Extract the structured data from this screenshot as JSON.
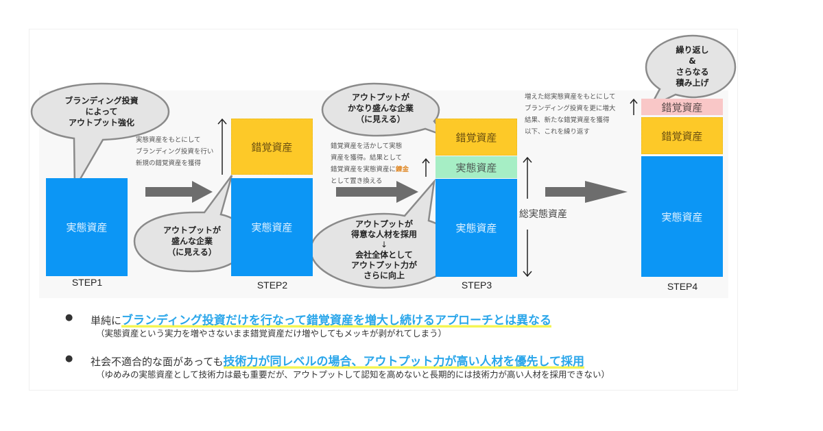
{
  "steps": [
    {
      "label": "STEP1",
      "blocks": [
        {
          "type": "real",
          "label": "実態資産"
        }
      ]
    },
    {
      "label": "STEP2",
      "blocks": [
        {
          "type": "illusion",
          "label": "錯覚資産"
        },
        {
          "type": "real",
          "label": "実態資産"
        }
      ]
    },
    {
      "label": "STEP3",
      "blocks": [
        {
          "type": "illusion",
          "label": "錯覚資産"
        },
        {
          "type": "converted-real",
          "label": "実態資産"
        },
        {
          "type": "real",
          "label": "実態資産"
        }
      ]
    },
    {
      "label": "STEP4",
      "blocks": [
        {
          "type": "new-illusion",
          "label": "錯覚資産"
        },
        {
          "type": "illusion",
          "label": "錯覚資産"
        },
        {
          "type": "real",
          "label": "実態資産"
        }
      ]
    }
  ],
  "bubbles": {
    "step1": [
      "ブランディング投資",
      "によって",
      "アウトプット強化"
    ],
    "step2": [
      "アウトプットが",
      "盛んな企業",
      "（に見える）"
    ],
    "step3_top": [
      "アウトプットが",
      "かなり盛んな企業",
      "（に見える）"
    ],
    "step3_bottom": [
      "アウトプットが",
      "得意な人材を採用",
      "↓",
      "会社全体として",
      "アウトプット力が",
      "さらに向上"
    ],
    "step4": [
      "繰り返し",
      "&",
      "さらなる",
      "積み上げ"
    ]
  },
  "notes": {
    "step1_to_2": [
      "実態資産をもとにして",
      "ブランディング投資を行い",
      "新規の錯覚資産を獲得"
    ],
    "step2_to_3": {
      "line1": "錯覚資産を活かして実態",
      "line2": "資産を獲得。結果として",
      "line3_pre": "錯覚資産を実態資産に",
      "line3_accent": "錬金",
      "line4": "として置き換える"
    },
    "step3_to_4": [
      "増えた総実態資産をもとにして",
      "ブランディング投資を更に増大",
      "結果、新たな錯覚資産を獲得",
      "以下、これを繰り返す"
    ],
    "total_real_assets": "総実態資産"
  },
  "colors": {
    "real": "#0c96f5",
    "illusion": "#fdc928",
    "converted_real": "#a6eec5",
    "new_illusion": "#f9c7c7",
    "arrow": "#6d6d6d",
    "highlight_text": "#2aa6ea",
    "highlight_marker": "#f4f554"
  },
  "bullets": [
    {
      "prefix": "単純に",
      "highlight": "ブランディング投資だけを行なって錯覚資産を増大し続けるアプローチとは異なる",
      "sub": "（実態資産という実力を増やさないまま錯覚資産だけ増やしてもメッキが剥がれてしまう）"
    },
    {
      "prefix": "社会不適合的な面があっても",
      "highlight": "技術力が同レベルの場合、アウトプット力が高い人材を優先して採用",
      "sub": "（ゆめみの実態資産として技術力は最も重要だが、アウトプットして認知を高めないと長期的には技術力が高い人材を採用できない）"
    }
  ]
}
